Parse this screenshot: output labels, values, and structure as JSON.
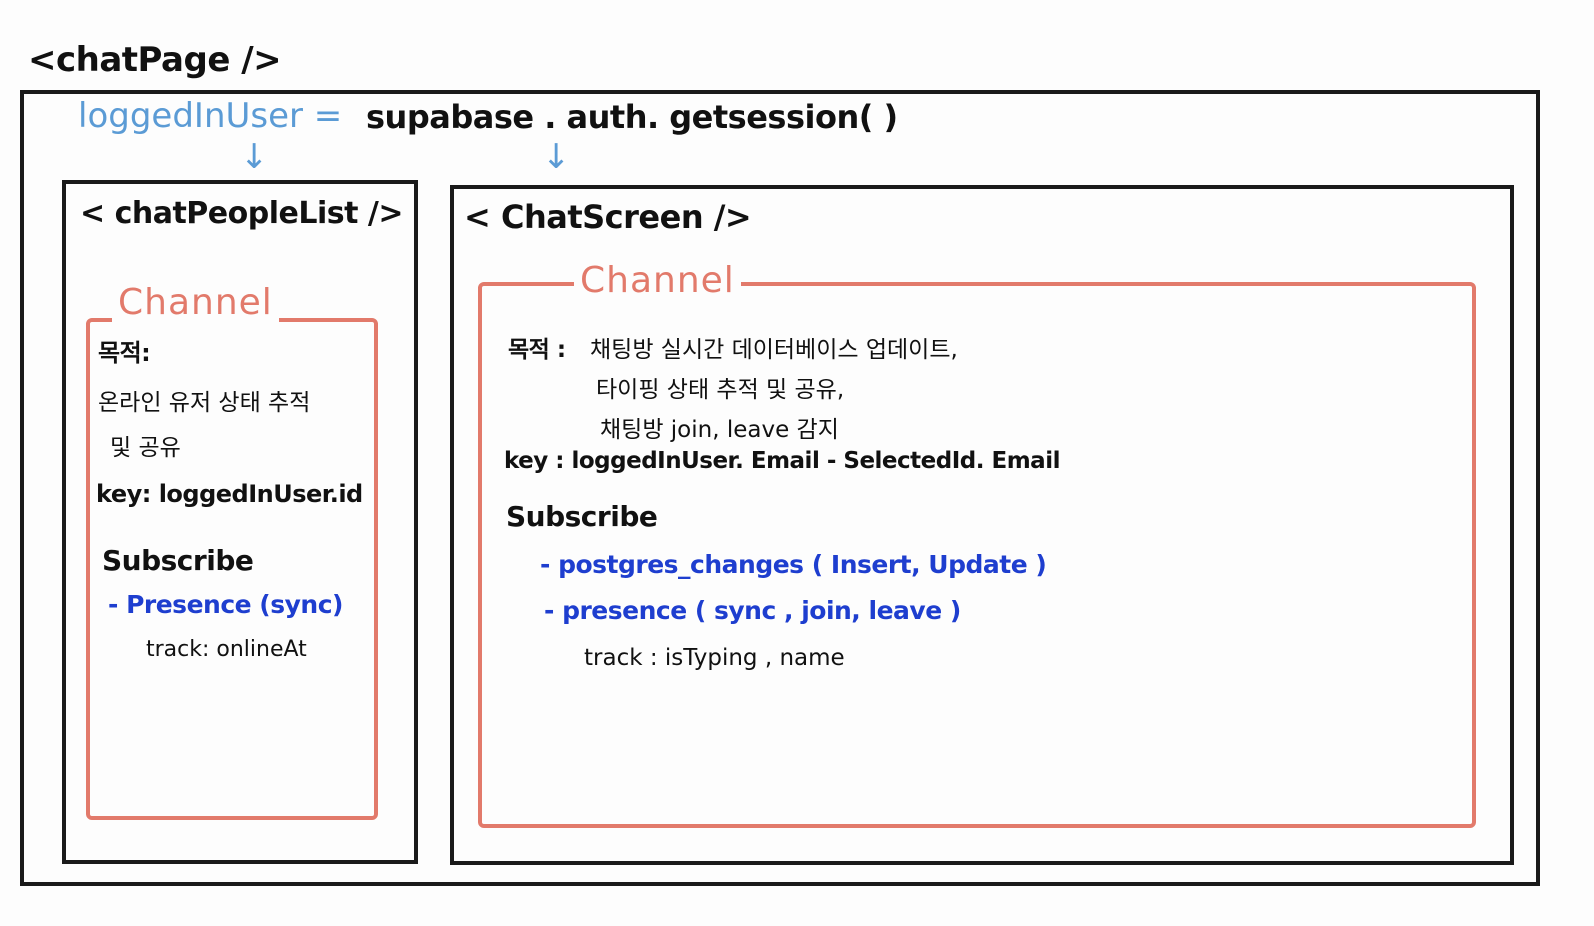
{
  "title": "<chatPage />",
  "header": {
    "variable": "loggedInUser =",
    "expression": "supabase . auth. getsession( )",
    "arrow_icon": "down-arrow-icon"
  },
  "left": {
    "component": "< chatPeopleList />",
    "channel_label": "Channel",
    "purpose_label": "목적:",
    "purpose_lines": [
      "온라인 유저 상태 추적",
      "및 공유"
    ],
    "key": "key: loggedInUser.id",
    "subscribe": "Subscribe",
    "events": [
      "- Presence (sync)"
    ],
    "track": "track: onlineAt"
  },
  "right": {
    "component": "< ChatScreen />",
    "channel_label": "Channel",
    "purpose_label": "목적 :",
    "purpose_lines": [
      "채팅방 실시간 데이터베이스 업데이트,",
      "타이핑 상태 추적 및 공유,",
      "채팅방 join, leave 감지"
    ],
    "key": "key : loggedInUser. Email - SelectedId. Email",
    "subscribe": "Subscribe",
    "events": [
      "- postgres_changes ( Insert, Update )",
      "- presence  ( sync , join, leave )"
    ],
    "track": "track :  isTyping , name"
  },
  "colors": {
    "outline": "#1a1a1a",
    "channel": "#e27a6b",
    "variable": "#5b9bd5",
    "event": "#1e3ecf"
  }
}
